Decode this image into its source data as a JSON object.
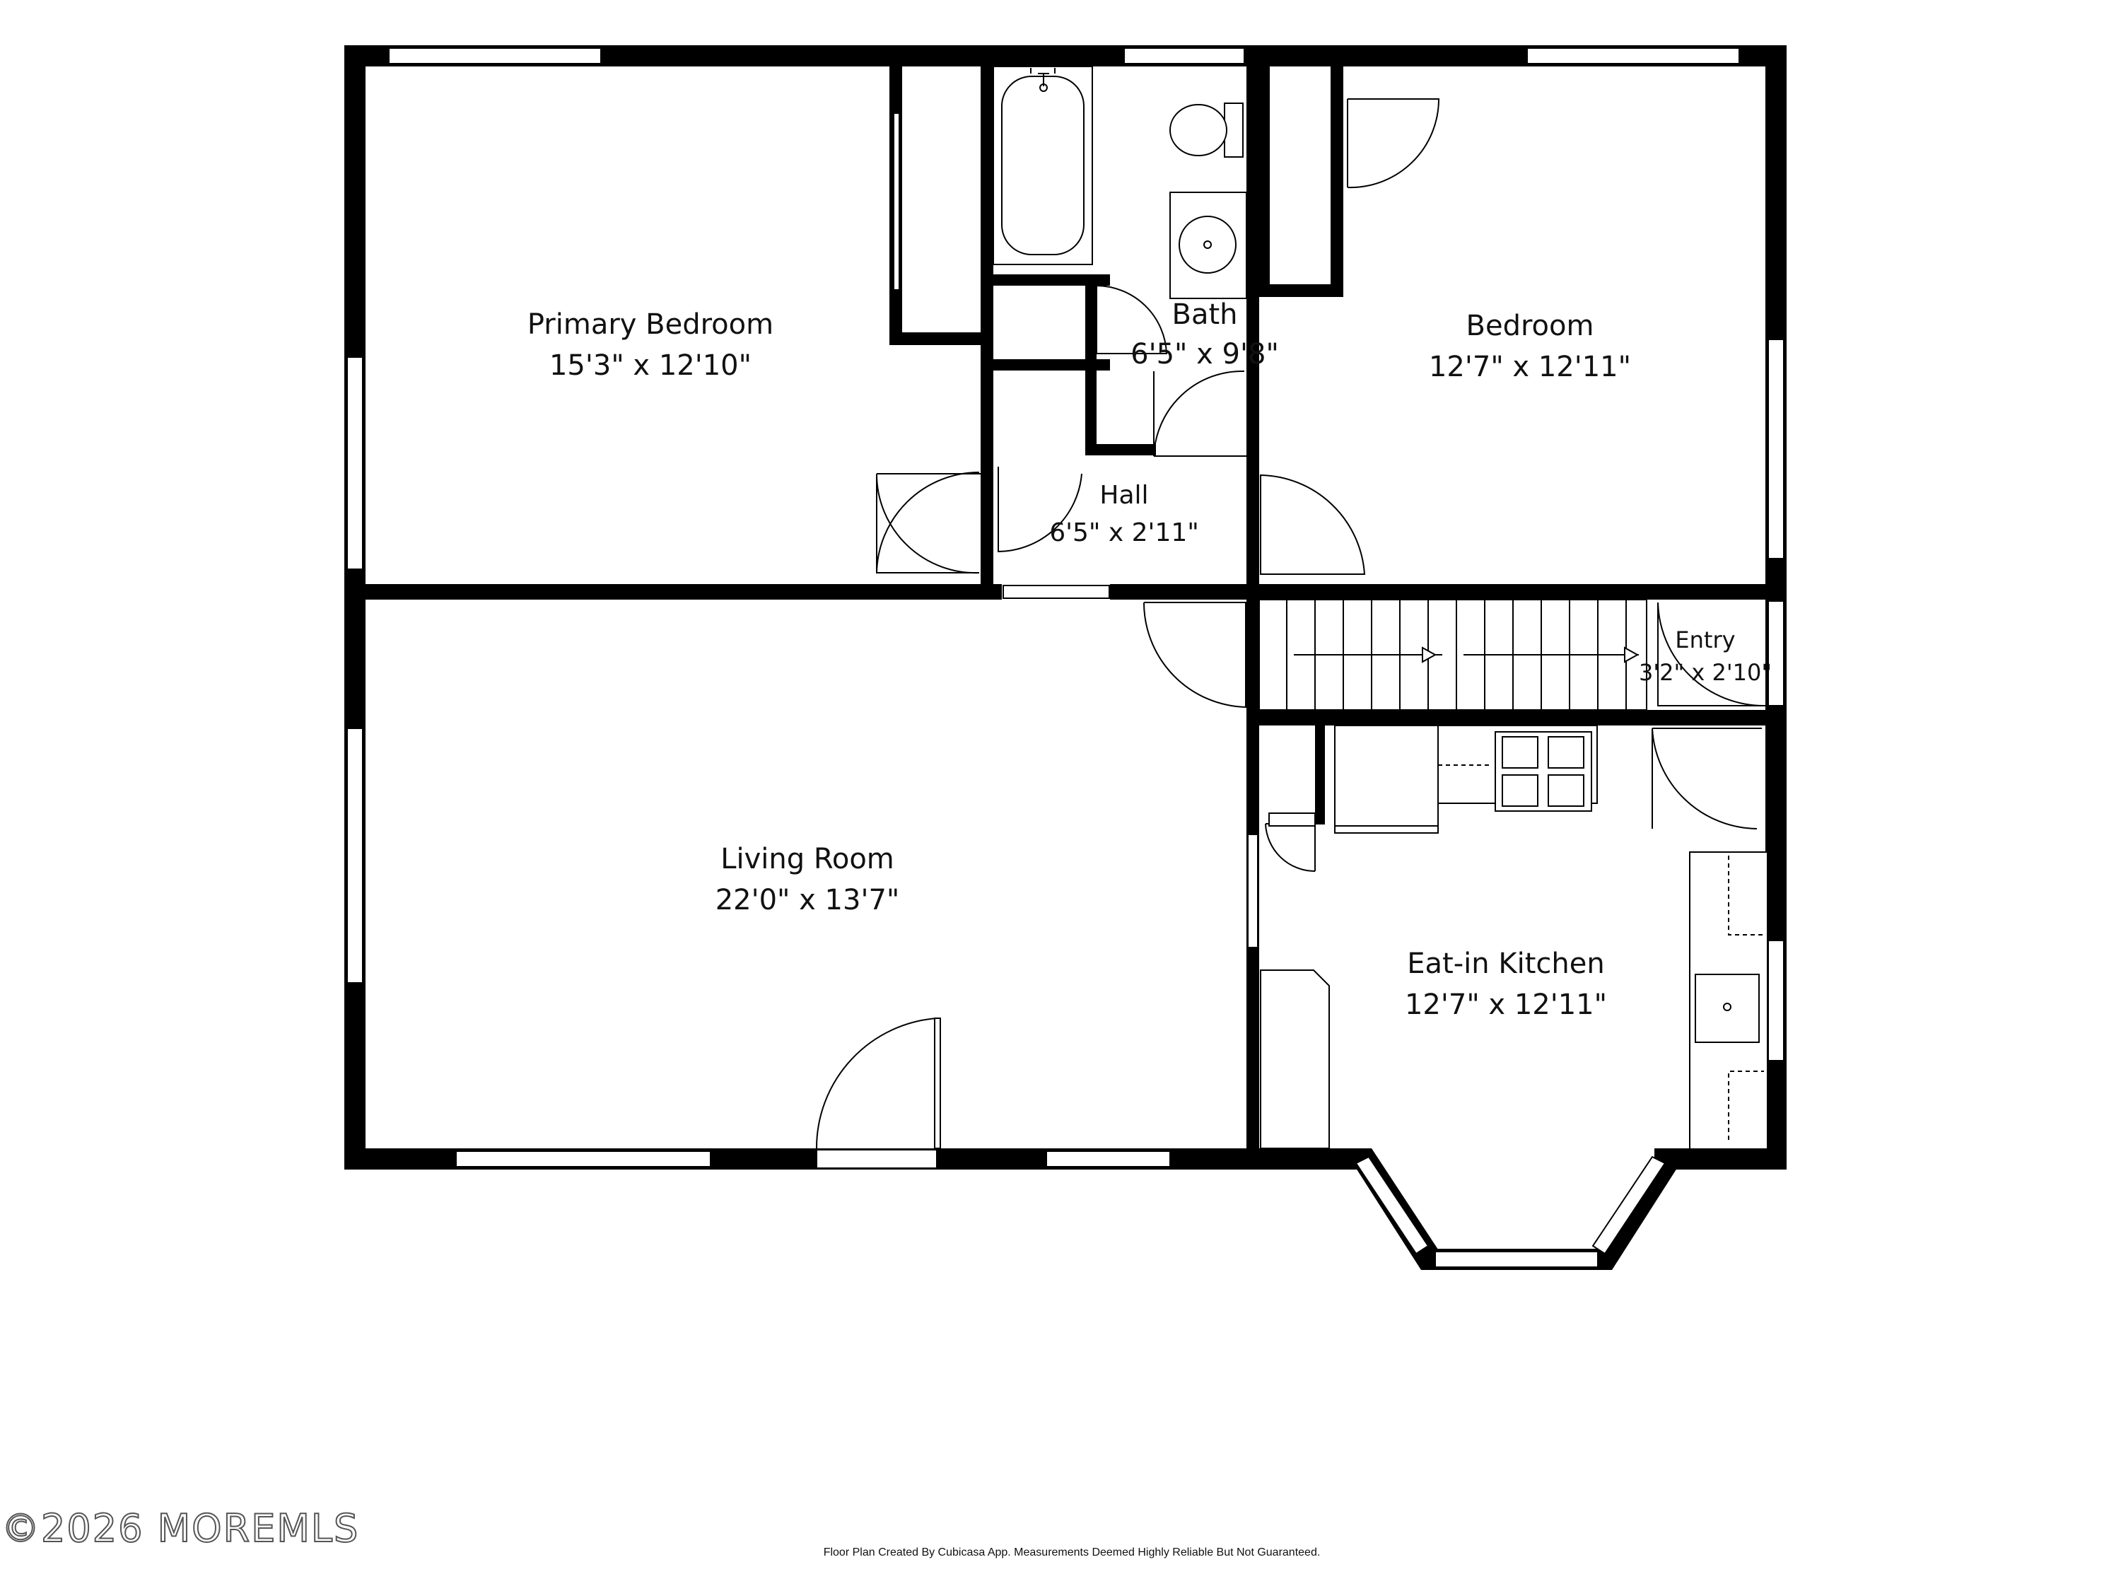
{
  "rooms": [
    {
      "name": "Primary Bedroom",
      "size": "15'3\" x 12'10\""
    },
    {
      "name": "Bath",
      "size": "6'5\" x 9'8\""
    },
    {
      "name": "Bedroom",
      "size": "12'7\" x 12'11\""
    },
    {
      "name": "Hall",
      "size": "6'5\" x 2'11\""
    },
    {
      "name": "Entry",
      "size": "3'2\" x 2'10\""
    },
    {
      "name": "Living Room",
      "size": "22'0\" x 13'7\""
    },
    {
      "name": "Eat-in Kitchen",
      "size": "12'7\" x 12'11\""
    }
  ],
  "watermark": "©2026 MOREMLS",
  "disclaimer": "Floor Plan Created By Cubicasa App. Measurements Deemed Highly Reliable But Not Guaranteed.",
  "colors": {
    "wall": "#000000",
    "background": "#ffffff"
  }
}
